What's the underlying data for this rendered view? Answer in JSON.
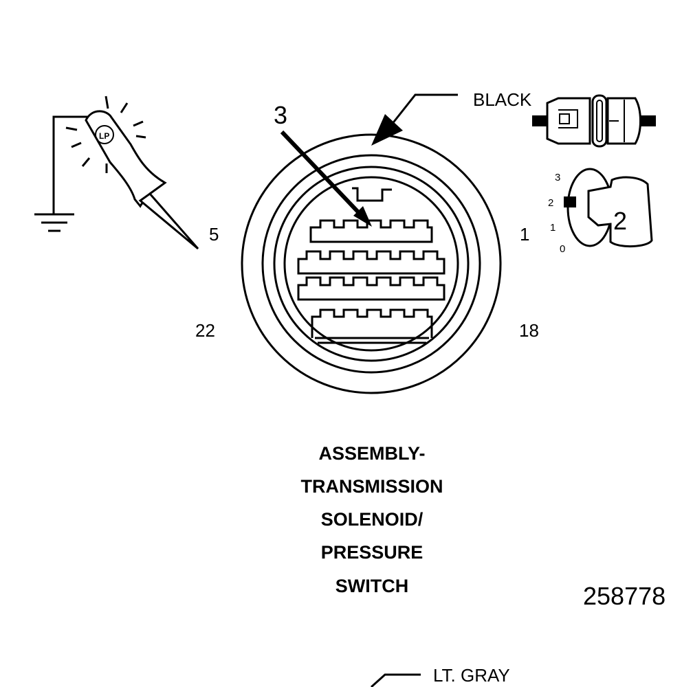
{
  "connector": {
    "pin_labels": {
      "top_left": "5",
      "top_right": "1",
      "bottom_left": "22",
      "bottom_right": "18"
    },
    "callout_number": "3",
    "color_label": "BLACK"
  },
  "title_lines": [
    "ASSEMBLY-",
    "TRANSMISSION",
    "SOLENOID/",
    "PRESSURE",
    "SWITCH"
  ],
  "figure_number": "258778",
  "bottom_color_label": "LT. GRAY",
  "key_switch": {
    "positions": [
      "3",
      "2",
      "1",
      "0"
    ],
    "key_number": "2"
  }
}
